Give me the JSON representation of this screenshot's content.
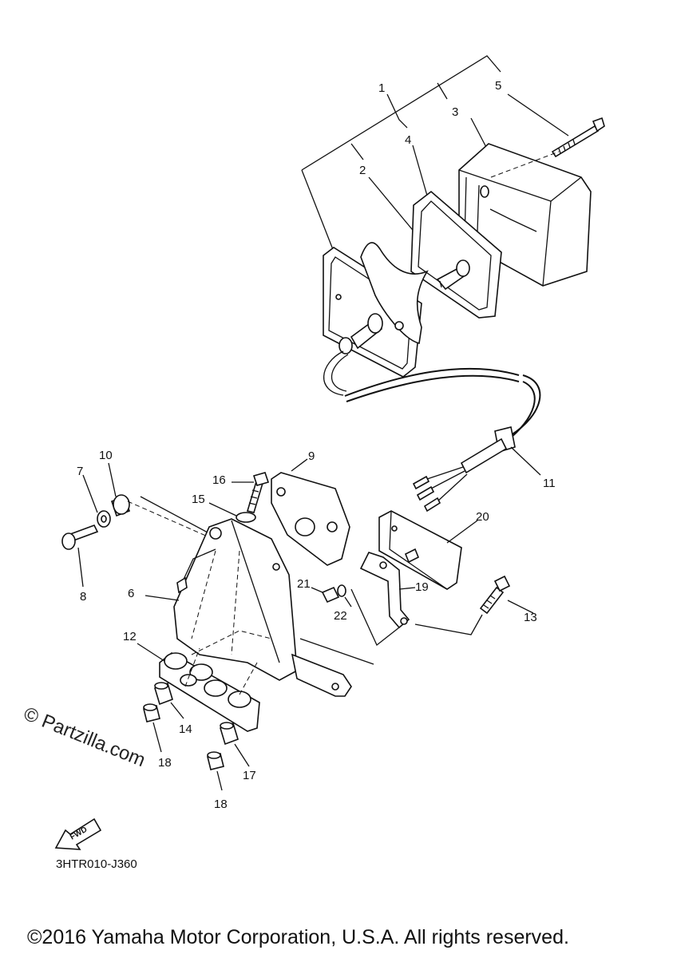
{
  "diagram": {
    "labels": {
      "p1": "1",
      "p2": "2",
      "p3": "3",
      "p4": "4",
      "p5": "5",
      "p6": "6",
      "p7": "7",
      "p8": "8",
      "p9": "9",
      "p10": "10",
      "p11": "11",
      "p12": "12",
      "p13": "13",
      "p14": "14",
      "p15": "15",
      "p16": "16",
      "p17": "17",
      "p18a": "18",
      "p18b": "18",
      "p19": "19",
      "p20": "20",
      "p21": "21",
      "p22": "22"
    },
    "watermark": "© Partzilla.com",
    "fwd_label": "FWD",
    "diagram_code": "3HTR010-J360"
  },
  "footer": {
    "copyright": "©2016 Yamaha Motor Corporation, U.S.A. All rights reserved."
  }
}
